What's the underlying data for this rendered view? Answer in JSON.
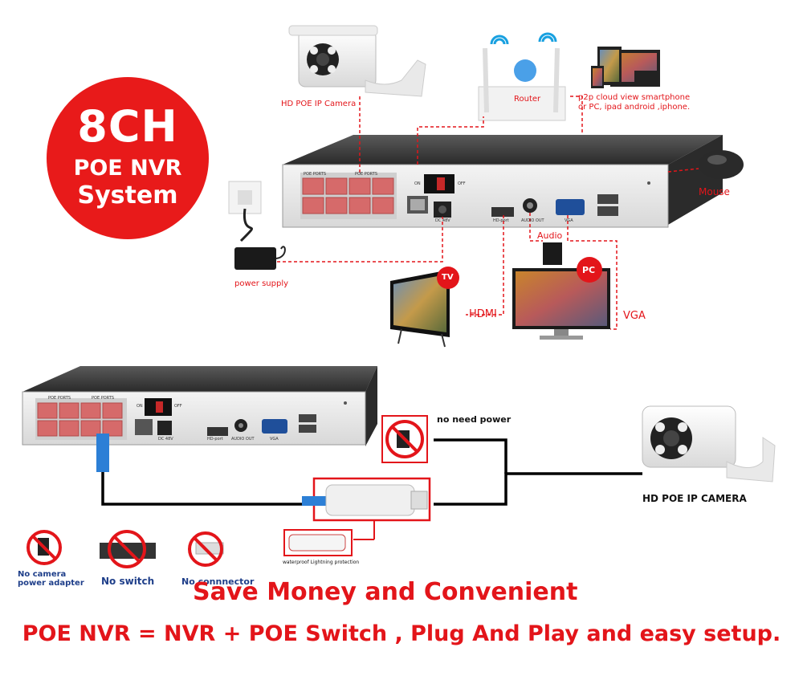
{
  "badge": {
    "line1": "8CH",
    "line2": "POE NVR",
    "line3": "System"
  },
  "top_labels": {
    "camera": "HD POE IP Camera",
    "router": "Router",
    "p2p_line1": "p2p cloud  view smartphone",
    "p2p_line2": "or PC, ipad android ,iphone.",
    "mouse": "Mouse",
    "power_supply": "power supply",
    "audio": "Audio",
    "hdmi": "HDMI",
    "vga": "VGA",
    "tv_tag": "TV",
    "pc_tag": "PC"
  },
  "nvr_panel": {
    "poe_ports": "POE PORTS",
    "on": "ON",
    "off": "OFF",
    "dc": "DC 48V",
    "hd_port": "HD-port",
    "audio_out": "AUDIO OUT",
    "vga": "VGA"
  },
  "bottom_labels": {
    "no_need_power": "no need power",
    "hd_poe_camera": "HD POE IP CAMERA",
    "waterproof": "waterproof Lightning protection",
    "no_adapter_line1": "No camera",
    "no_adapter_line2": "power adapter",
    "no_switch": "No switch",
    "no_connector": "No connnector"
  },
  "headline": {
    "line1": "Save Money and Convenient",
    "line2": "POE NVR = NVR + POE Switch , Plug And Play and easy setup."
  },
  "colors": {
    "accent_red": "#e3151a",
    "badge_red": "#e81a1a",
    "cable": "#000000",
    "dashed": "#e3151a"
  }
}
